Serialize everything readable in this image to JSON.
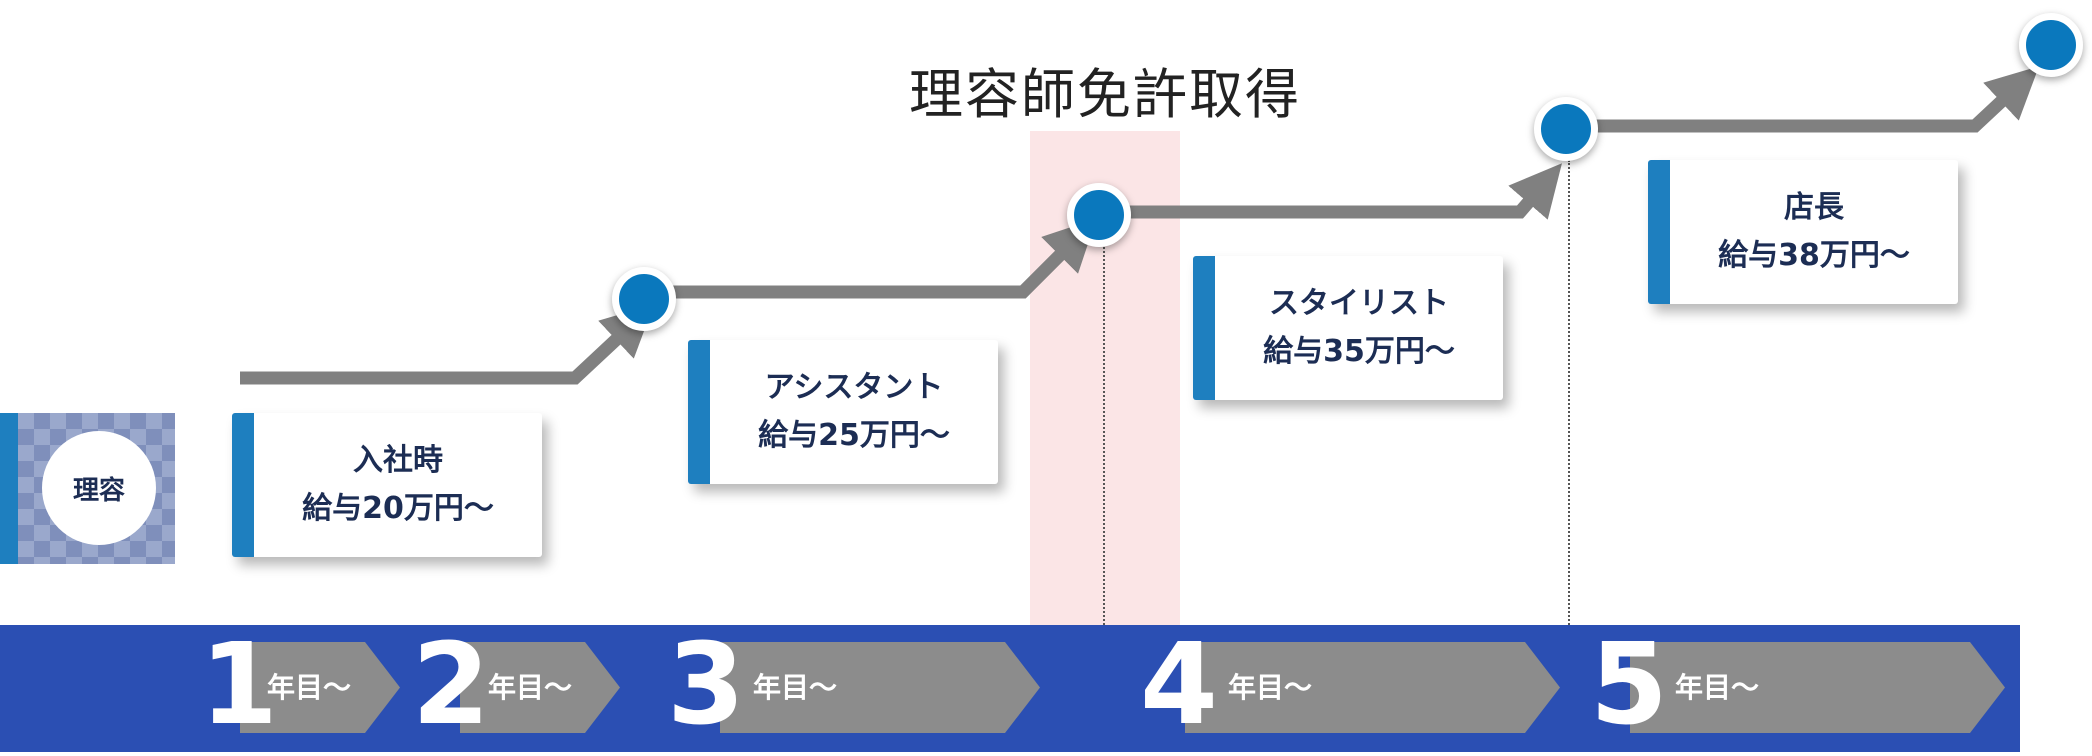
{
  "milestone_label": "理容師免許取得",
  "badge": {
    "label": "理容"
  },
  "steps": [
    {
      "title": "入社時",
      "salary": "給与20万円〜"
    },
    {
      "title": "アシスタント",
      "salary": "給与25万円〜"
    },
    {
      "title": "スタイリスト",
      "salary": "給与35万円〜"
    },
    {
      "title": "店長",
      "salary": "給与38万円〜"
    }
  ],
  "years": [
    {
      "number": "1",
      "label": "年目〜"
    },
    {
      "number": "2",
      "label": "年目〜"
    },
    {
      "number": "3",
      "label": "年目〜"
    },
    {
      "number": "4",
      "label": "年目〜"
    },
    {
      "number": "5",
      "label": "年目〜"
    }
  ],
  "colors": {
    "accent_blue": "#1e7fbf",
    "timeline_bar": "#2b4fb3",
    "path_gray": "#808080",
    "highlight": "#fbe5e6",
    "text_navy": "#1c2d54"
  }
}
